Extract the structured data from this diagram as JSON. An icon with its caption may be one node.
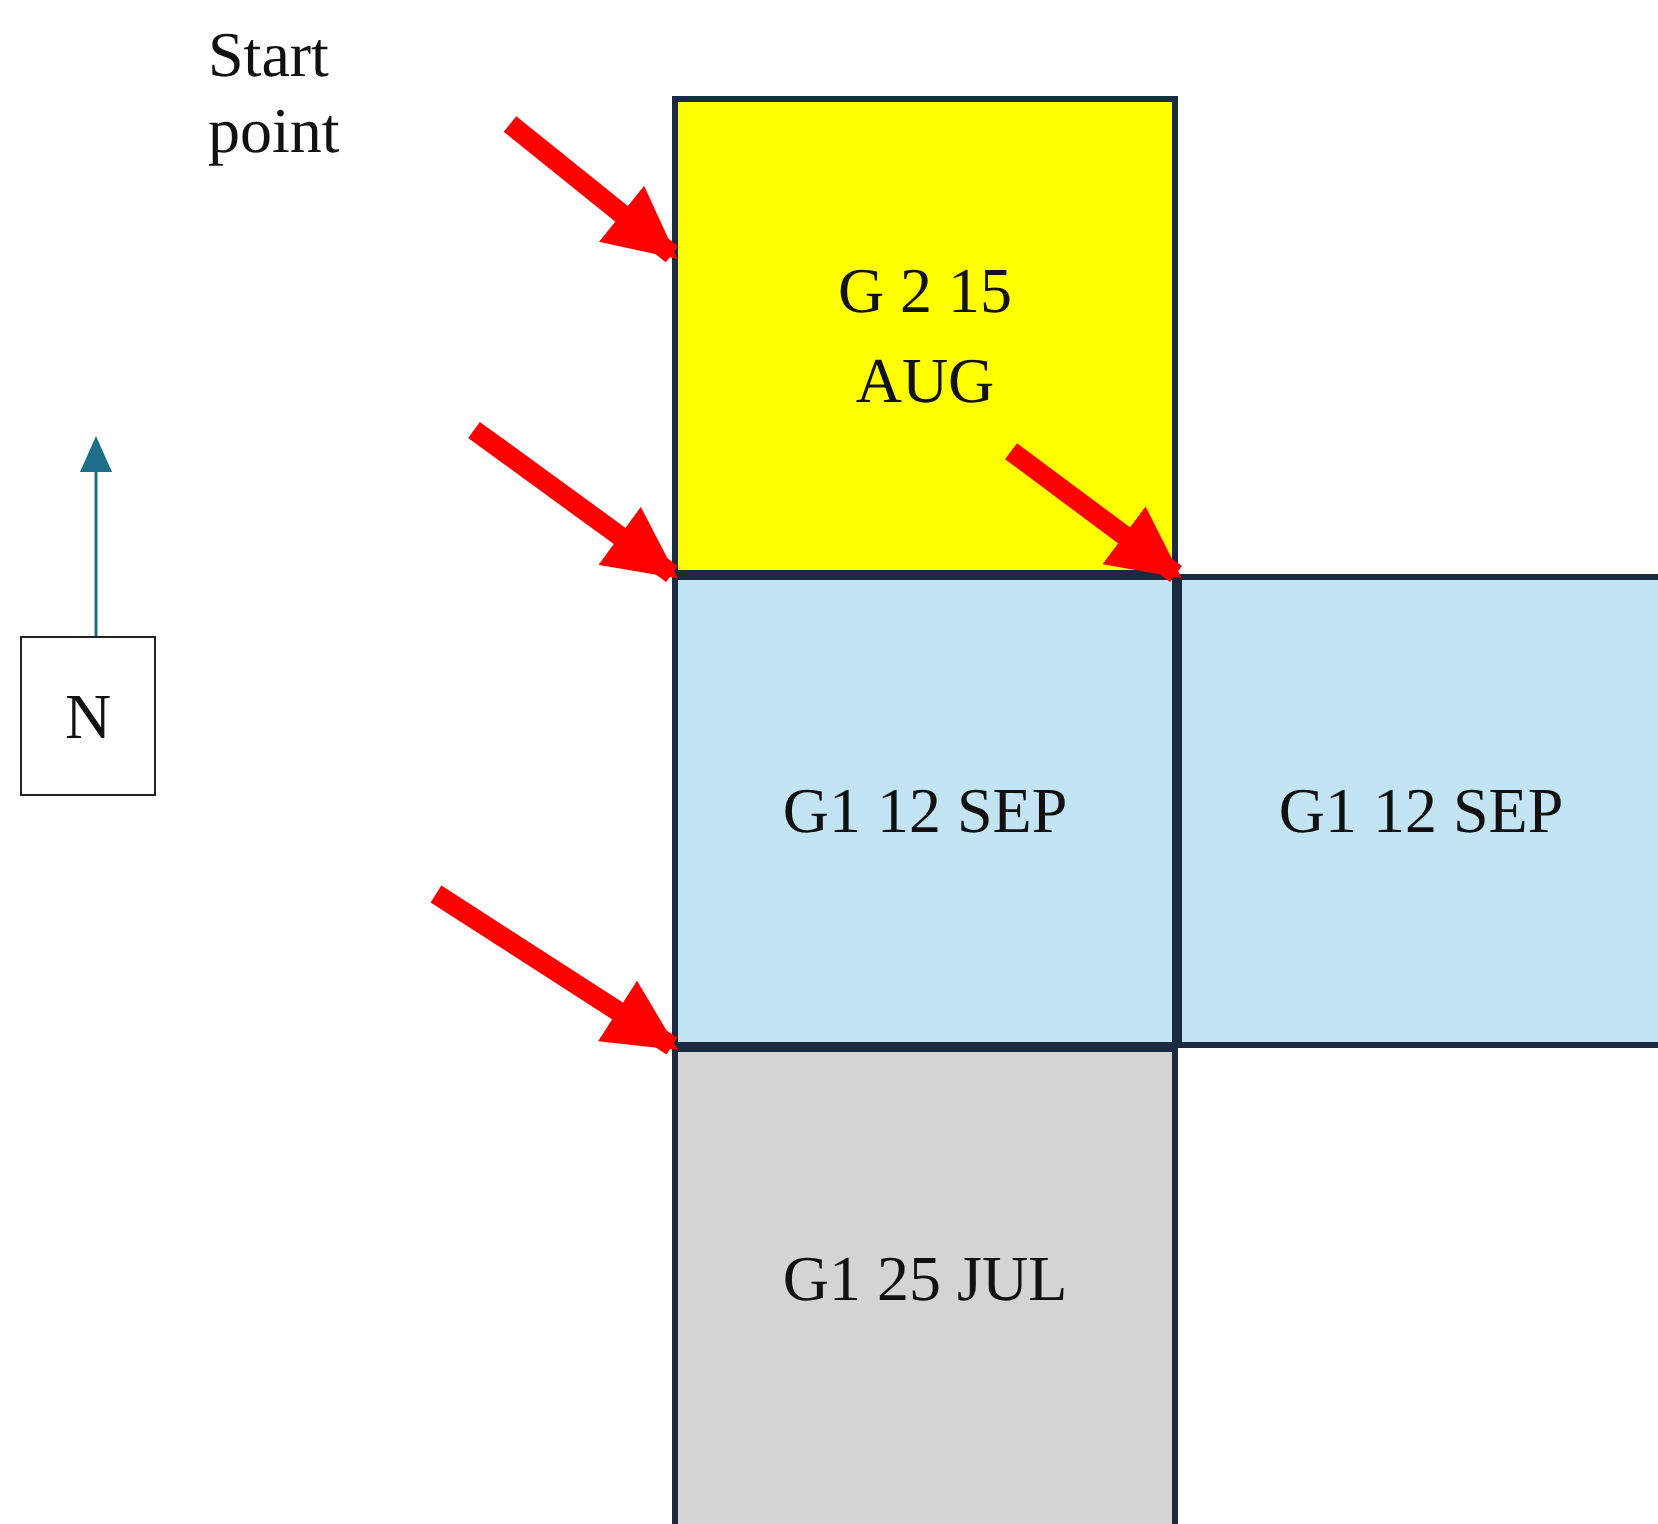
{
  "diagram": {
    "nodes": [
      {
        "text": [
          "G 2 15 AUG"
        ]
      },
      {
        "text": [
          "G1 12 SEP"
        ]
      },
      {
        "text": [
          "G1 12 SEP"
        ]
      },
      {
        "text": [
          "G1 25 JUL"
        ]
      },
      {
        "text": [
          "N"
        ]
      }
    ],
    "edges": [
      {
        "from": null,
        "to": 0,
        "arrow": "to"
      },
      {
        "from": null,
        "to": 1,
        "arrow": "to"
      },
      {
        "from": 0,
        "to": 2,
        "arrow": "to"
      },
      {
        "from": null,
        "to": 3,
        "arrow": "to"
      }
    ],
    "labels": [
      "Start point"
    ]
  }
}
